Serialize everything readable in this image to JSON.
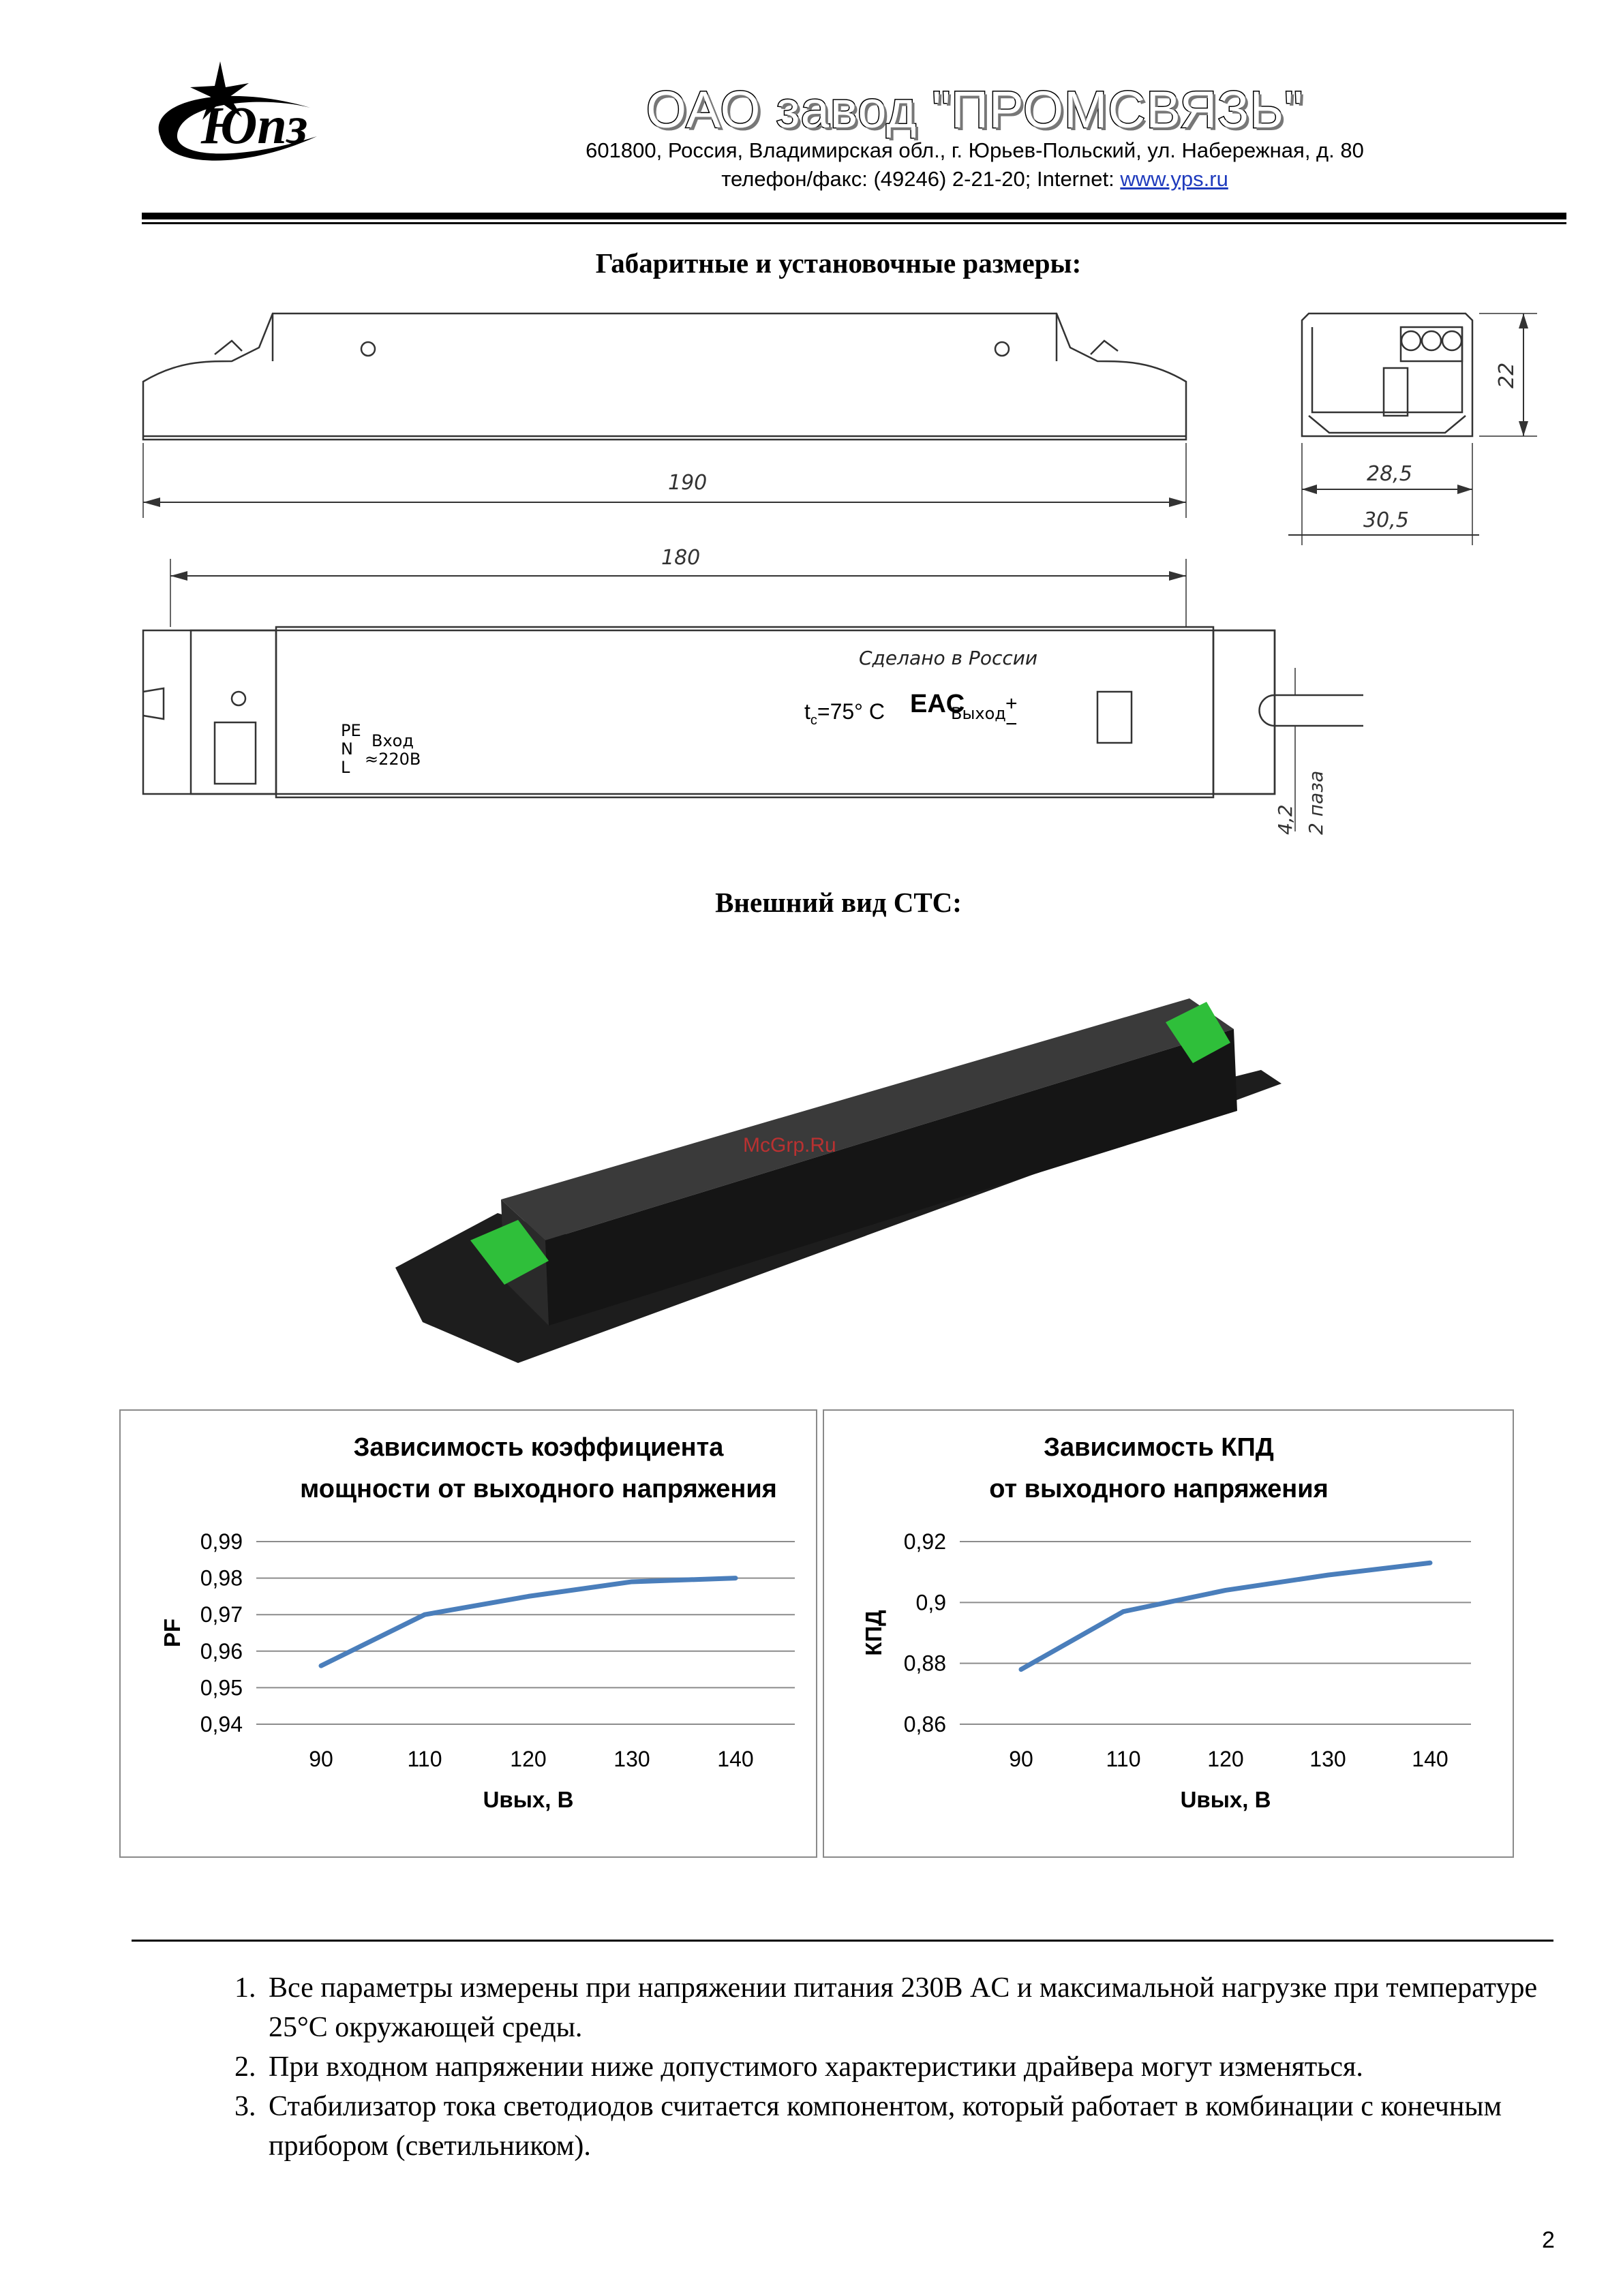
{
  "header": {
    "logo_text": "Юпз",
    "company": "ОАО завод \"ПРОМСВЯЗЬ\"",
    "address": "601800, Россия, Владимирская обл., г. Юрьев-Польский, ул. Набережная, д. 80",
    "phone_prefix": "телефон/факс: (49246) 2-21-20; Internet: ",
    "website": "www.yps.ru"
  },
  "section_dimensions": {
    "heading": "Габаритные и установочные размеры:",
    "dim_190": "190",
    "dim_180": "180",
    "dim_22": "22",
    "dim_28_5": "28,5",
    "dim_30_5": "30,5",
    "dim_4_2": "4,2",
    "dim_2_holes": "2 паза",
    "made_in": "Сделано в России",
    "tc_label": "t",
    "tc_sub": "c",
    "tc_value": "=75° C",
    "eac": "EAC",
    "output": "Выход",
    "plus": "+",
    "minus": "−",
    "pe": "PE",
    "n": "N",
    "l": "L",
    "input": "Вход",
    "input_v": "≈220В"
  },
  "section_view": {
    "heading": "Внешний вид СТС:",
    "watermark": "McGrp.Ru"
  },
  "chart_data": [
    {
      "type": "line",
      "title_line1": "Зависимость коэффициента",
      "title_line2": "мощности от выходного напряжения",
      "xlabel": "Uвых, В",
      "ylabel": "PF",
      "categories": [
        "90",
        "110",
        "120",
        "130",
        "140"
      ],
      "values": [
        0.956,
        0.97,
        0.975,
        0.979,
        0.98
      ],
      "ylim": [
        0.94,
        0.99
      ],
      "yticks": [
        "0,99",
        "0,98",
        "0,97",
        "0,96",
        "0,95",
        "0,94"
      ],
      "color": "#4a7ebb",
      "grid": true
    },
    {
      "type": "line",
      "title_line1": "Зависимость КПД",
      "title_line2": "от выходного напряжения",
      "xlabel": "Uвых, В",
      "ylabel": "КПД",
      "categories": [
        "90",
        "110",
        "120",
        "130",
        "140"
      ],
      "values": [
        0.878,
        0.897,
        0.904,
        0.909,
        0.913
      ],
      "ylim": [
        0.86,
        0.92
      ],
      "yticks": [
        "0,92",
        "0,9",
        "0,88",
        "0,86"
      ],
      "color": "#4a7ebb",
      "grid": true
    }
  ],
  "notes": [
    "Все параметры измерены при напряжении питания 230В AC и максимальной  нагрузке при температуре 25°С окружающей среды.",
    "При входном напряжении ниже допустимого характеристики драйвера могут изменяться.",
    "Стабилизатор тока светодиодов считается компонентом, который работает в комбинации с конечным прибором (светильником)."
  ],
  "page_number": "2"
}
